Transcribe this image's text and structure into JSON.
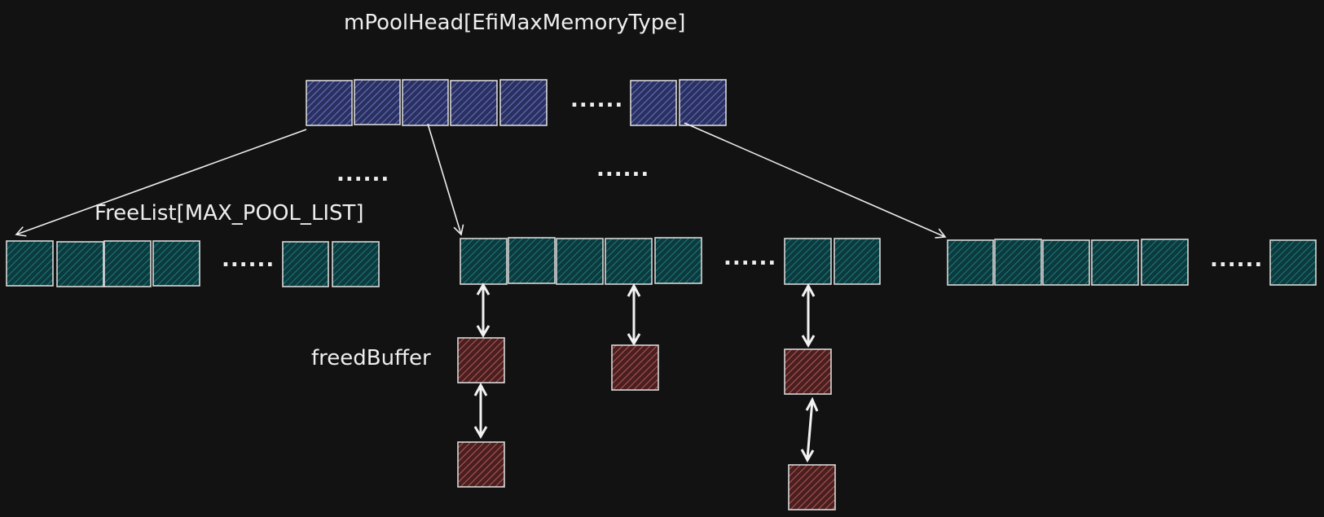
{
  "labels": {
    "pool_head": "mPoolHead[EfiMaxMemoryType]",
    "free_list": "FreeList[MAX_POOL_LIST]",
    "freed_buffer": "freedBuffer",
    "ellipsis": "......"
  },
  "colors": {
    "background": "#121212",
    "pool_head_fill": "#3b4378",
    "free_list_fill": "#0f4a4e",
    "freed_buffer_fill": "#6a2d2d",
    "stroke": "#d8d8d8",
    "text": "#eeeeee"
  }
}
